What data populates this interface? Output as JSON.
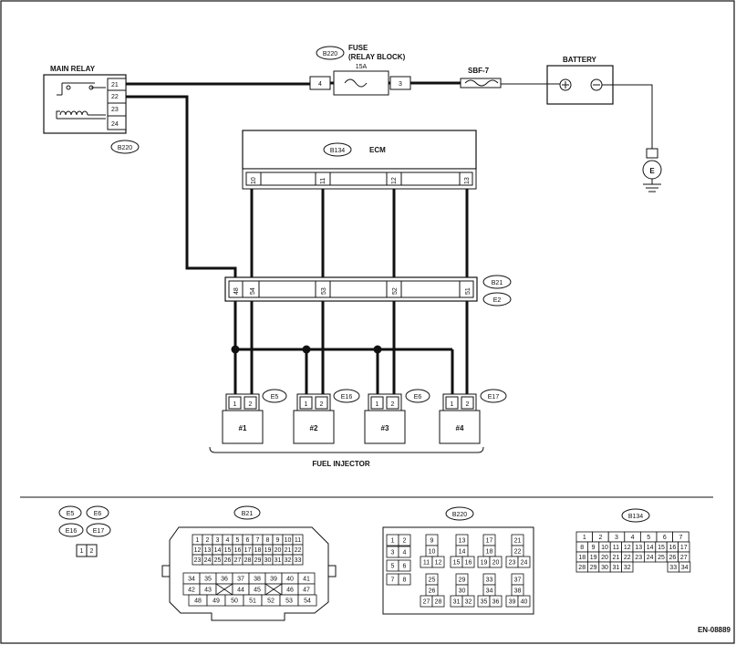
{
  "main_relay": {
    "label": "MAIN RELAY",
    "connector": "B220",
    "pins": [
      "21",
      "22",
      "23",
      "24"
    ]
  },
  "fuse": {
    "label_line1": "FUSE",
    "label_line2": "(RELAY BLOCK)",
    "connector": "B220",
    "rating": "15A",
    "pin_left": "4",
    "pin_right": "3"
  },
  "sbf": {
    "label": "SBF-7"
  },
  "battery": {
    "label": "BATTERY"
  },
  "ground": {
    "label": "E"
  },
  "ecm": {
    "label": "ECM",
    "connector": "B134",
    "pins": [
      "10",
      "11",
      "12",
      "13"
    ]
  },
  "joint": {
    "pins": [
      "48",
      "54",
      "53",
      "52",
      "51"
    ],
    "connector_top": "B21",
    "connector_bottom": "E2"
  },
  "injectors": {
    "title": "FUEL INJECTOR",
    "items": [
      {
        "name": "#1",
        "connector": "E5",
        "pins": [
          "1",
          "2"
        ]
      },
      {
        "name": "#2",
        "connector": "E16",
        "pins": [
          "1",
          "2"
        ]
      },
      {
        "name": "#3",
        "connector": "E6",
        "pins": [
          "1",
          "2"
        ]
      },
      {
        "name": "#4",
        "connector": "E17",
        "pins": [
          "1",
          "2"
        ]
      }
    ]
  },
  "views": {
    "e_group": {
      "labels": [
        "E5",
        "E6",
        "E16",
        "E17"
      ],
      "pins": [
        "1",
        "2"
      ]
    },
    "b21": {
      "label": "B21",
      "row1": [
        "1",
        "2",
        "3",
        "4",
        "5",
        "6",
        "7",
        "8",
        "9",
        "10",
        "11"
      ],
      "row2": [
        "12",
        "13",
        "14",
        "15",
        "16",
        "17",
        "18",
        "19",
        "20",
        "21",
        "22"
      ],
      "row3": [
        "23",
        "24",
        "25",
        "26",
        "27",
        "28",
        "29",
        "30",
        "31",
        "32",
        "33"
      ],
      "row4": [
        "34",
        "35",
        "36",
        "37",
        "38",
        "39",
        "40",
        "41"
      ],
      "row5": [
        "42",
        "43",
        "",
        "44",
        "45",
        "",
        "46",
        "47"
      ],
      "row6": [
        "48",
        "49",
        "50",
        "51",
        "52",
        "53",
        "54"
      ]
    },
    "b220": {
      "label": "B220",
      "cells": [
        {
          "t": "1"
        },
        {
          "t": "2"
        },
        {
          "t": "9"
        },
        {
          "t": "13"
        },
        {
          "t": "17"
        },
        {
          "t": "21"
        },
        {
          "t": "3"
        },
        {
          "t": "4"
        },
        {
          "t": "10"
        },
        {
          "t": "14"
        },
        {
          "t": "18"
        },
        {
          "t": "22"
        },
        {
          "t": "11"
        },
        {
          "t": "12"
        },
        {
          "t": "15"
        },
        {
          "t": "16"
        },
        {
          "t": "19"
        },
        {
          "t": "20"
        },
        {
          "t": "23"
        },
        {
          "t": "24"
        },
        {
          "t": "5"
        },
        {
          "t": "6"
        },
        {
          "t": "7"
        },
        {
          "t": "8"
        },
        {
          "t": "25"
        },
        {
          "t": "29"
        },
        {
          "t": "33"
        },
        {
          "t": "37"
        },
        {
          "t": "26"
        },
        {
          "t": "30"
        },
        {
          "t": "34"
        },
        {
          "t": "38"
        },
        {
          "t": "27"
        },
        {
          "t": "28"
        },
        {
          "t": "31"
        },
        {
          "t": "32"
        },
        {
          "t": "35"
        },
        {
          "t": "36"
        },
        {
          "t": "39"
        },
        {
          "t": "40"
        }
      ]
    },
    "b134": {
      "label": "B134",
      "row1": [
        "1",
        "2",
        "3",
        "4",
        "5",
        "6",
        "7"
      ],
      "row2": [
        "8",
        "9",
        "10",
        "11",
        "12",
        "13",
        "14",
        "15",
        "16",
        "17"
      ],
      "row3": [
        "18",
        "19",
        "20",
        "21",
        "22",
        "23",
        "24",
        "25",
        "26",
        "27"
      ],
      "row4": [
        "28",
        "29",
        "30",
        "31",
        "32",
        "33",
        "34"
      ]
    }
  },
  "doc_code": "EN-08889"
}
